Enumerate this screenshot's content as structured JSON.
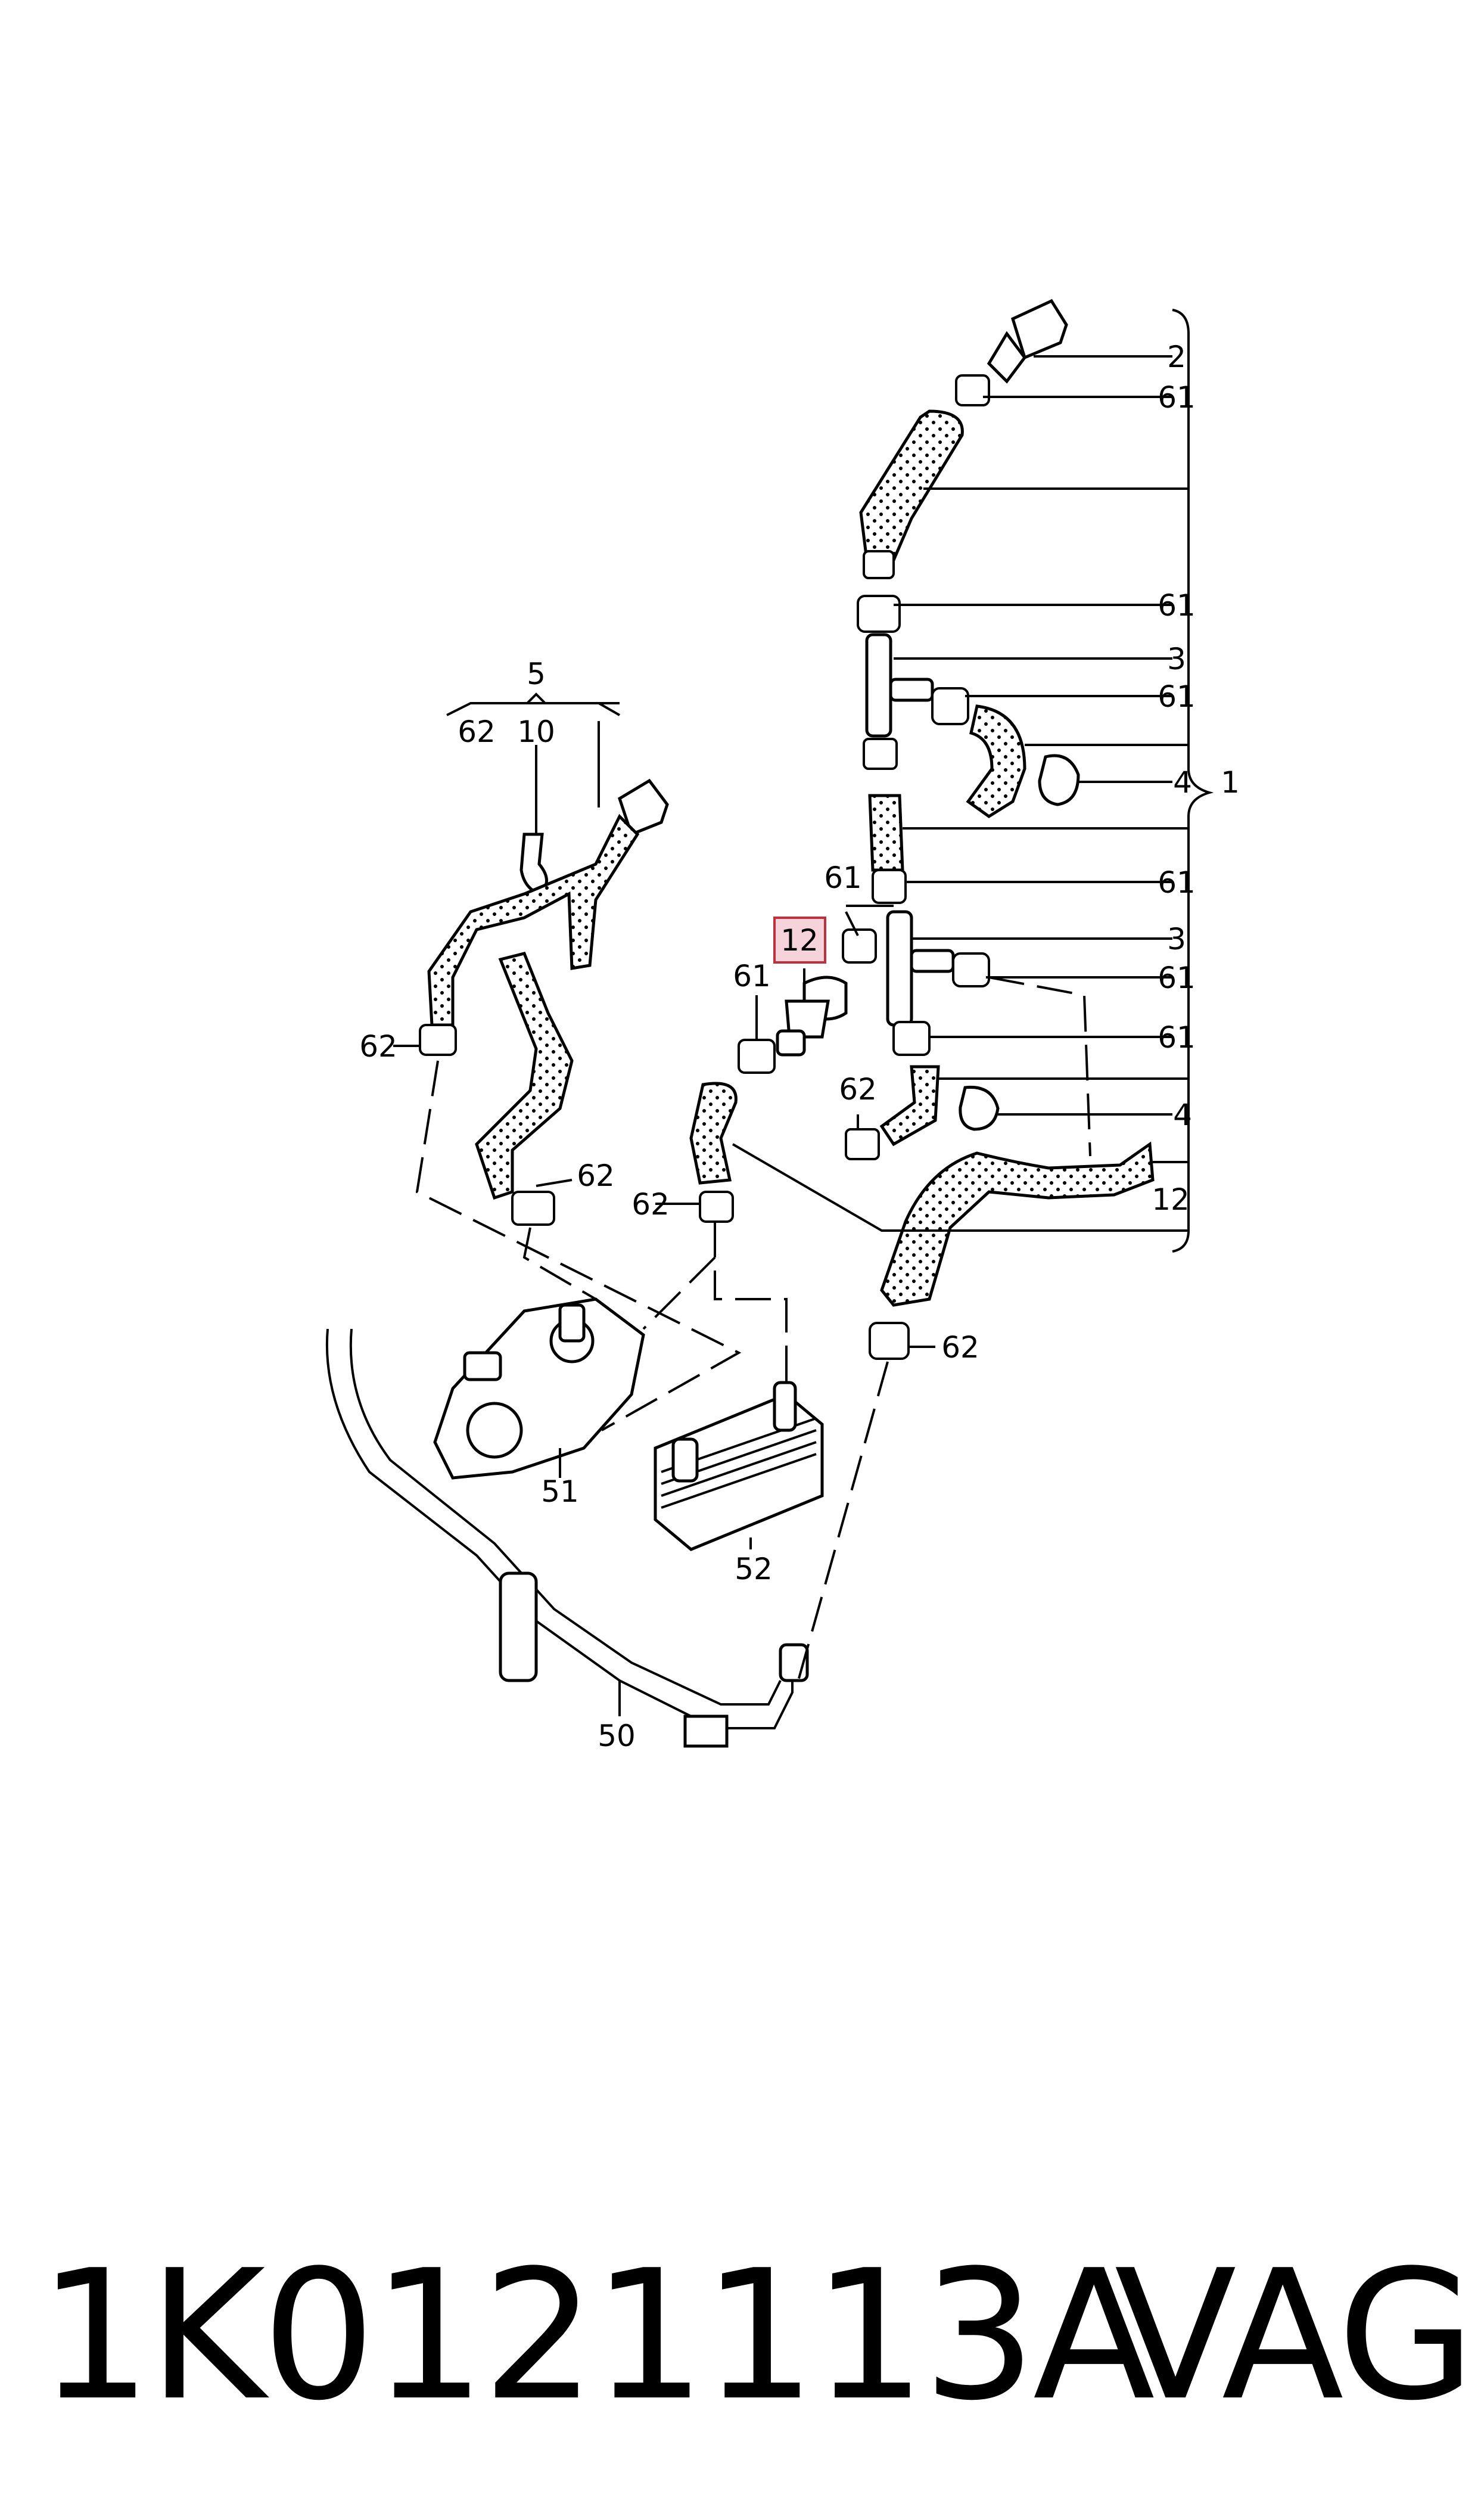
{
  "diagram": {
    "labels": {
      "c1": "1",
      "c2": "2",
      "c3a": "3",
      "c3b": "3",
      "c4a": "4",
      "c4b": "4",
      "c5": "5",
      "c10": "10",
      "c12_right": "12",
      "c12_highlight": "12",
      "c50": "50",
      "c51": "51",
      "c52": "52",
      "c61_1": "61",
      "c61_2": "61",
      "c61_3": "61",
      "c61_4": "61",
      "c61_5": "61",
      "c61_6": "61",
      "c61_7": "61",
      "c61_8": "61",
      "c62_top": "62",
      "c62_left": "62",
      "c62_mid": "62",
      "c62_center": "62",
      "c62_low": "62",
      "c62_right": "62"
    },
    "colors": {
      "highlight_fill": "#f6d2da",
      "highlight_stroke": "#c0303c"
    }
  },
  "footer": {
    "part_number": "1K0121113A",
    "brand": "VAG"
  }
}
